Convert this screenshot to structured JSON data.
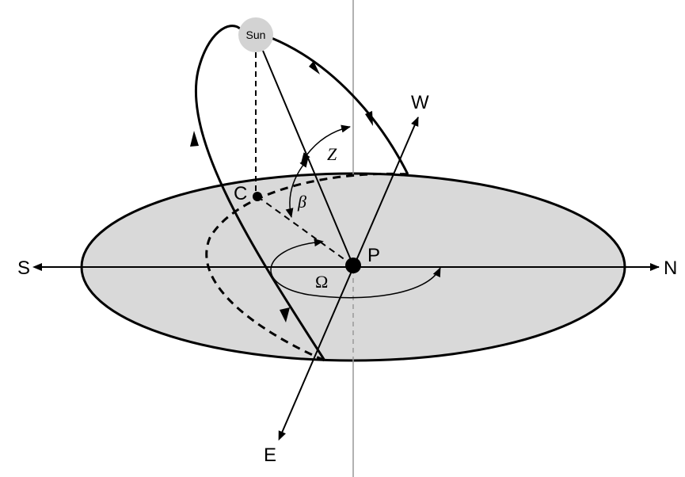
{
  "labels": {
    "south": "S",
    "north": "N",
    "west": "W",
    "east": "E",
    "sun": "Sun",
    "point_p": "P",
    "point_c": "C",
    "zenith_angle": "Z",
    "elevation_angle": "β",
    "azimuth_angle": "Ω"
  },
  "colors": {
    "ground_fill": "#d9d9d9",
    "sun_fill": "#d3d3d3",
    "vertical_axis": "#999999"
  }
}
